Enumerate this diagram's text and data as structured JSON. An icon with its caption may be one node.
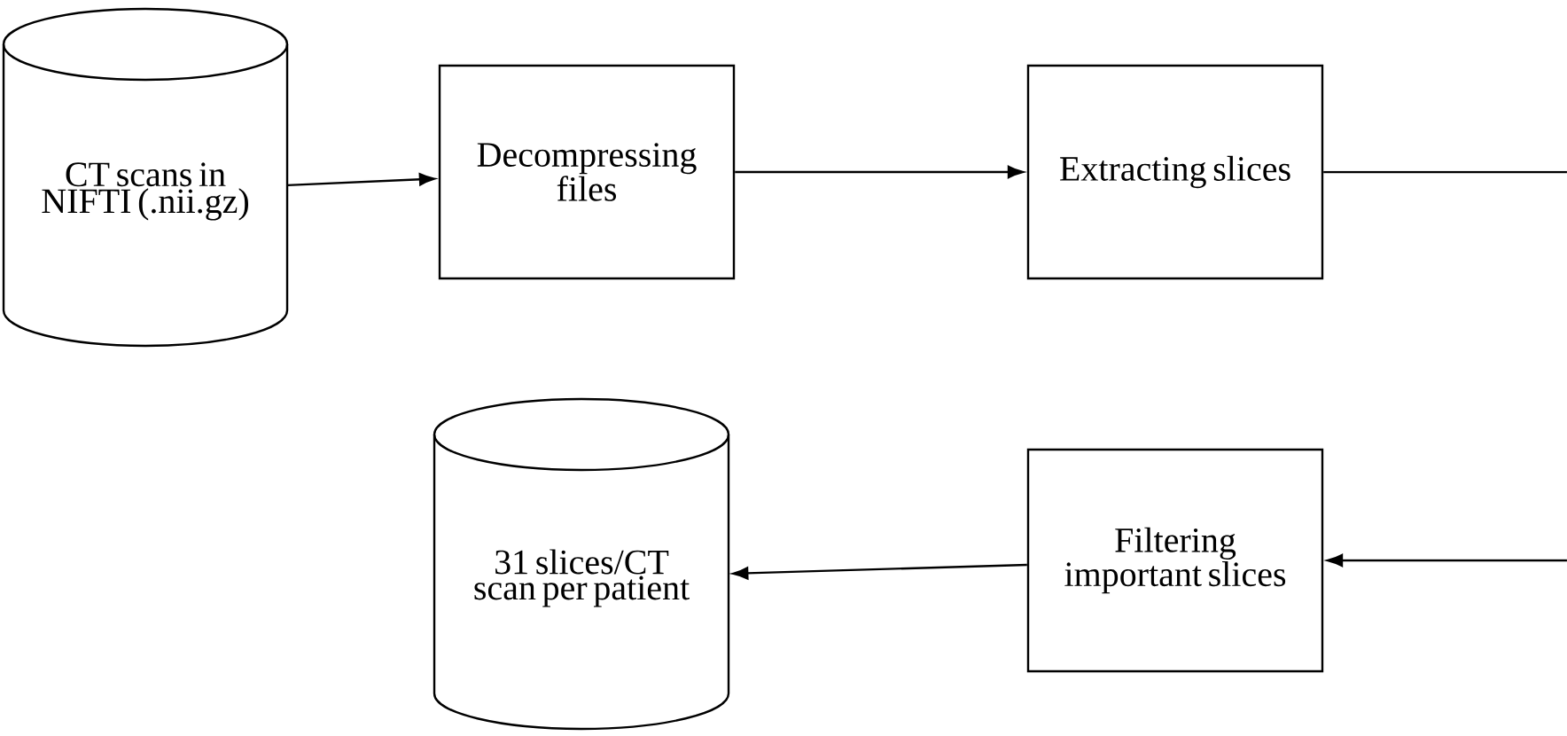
{
  "diagram": {
    "nodes": [
      {
        "text": [
          "CT scans in NIFTI (.nii.gz)"
        ]
      },
      {
        "text": [
          "Decompressing files"
        ]
      },
      {
        "text": [
          "Extracting slices"
        ]
      },
      {
        "text": [
          "Filtering important slices"
        ]
      },
      {
        "text": [
          "31 slices/CT scan per patient"
        ]
      }
    ],
    "edges": [
      {
        "from": 0,
        "to": 1,
        "arrow": "to"
      },
      {
        "from": 1,
        "to": 2,
        "arrow": "to"
      },
      {
        "from": 2,
        "to": null,
        "arrow": "none"
      },
      {
        "from": null,
        "to": 3,
        "arrow": "to"
      },
      {
        "from": 3,
        "to": 4,
        "arrow": "to"
      }
    ]
  }
}
